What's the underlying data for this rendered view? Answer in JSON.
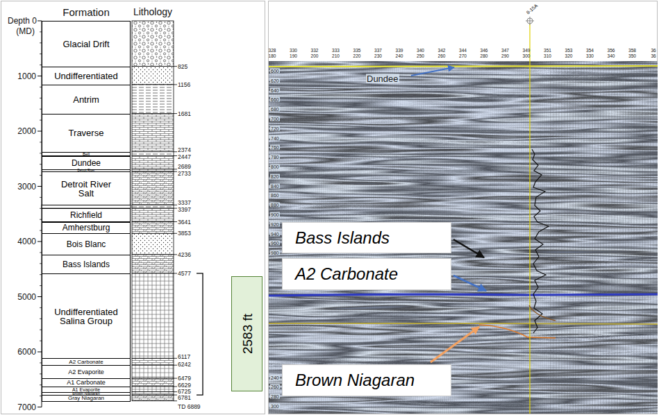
{
  "diagram": {
    "nodes": [
      {
        "text": [
          "Glacial Drift"
        ]
      },
      {
        "text": [
          "Undifferentiated"
        ]
      },
      {
        "text": [
          "Antrim"
        ]
      },
      {
        "text": [
          "Traverse"
        ]
      },
      {
        "text": [
          "Bell"
        ]
      },
      {
        "text": [
          "Dundee"
        ]
      },
      {
        "text": [
          "Detroit River"
        ]
      },
      {
        "text": [
          "Detroit River Salt"
        ]
      },
      {
        "text": [
          "Richfield"
        ]
      },
      {
        "text": [
          "Amherstburg"
        ]
      },
      {
        "text": [
          "Bois Blanc"
        ]
      },
      {
        "text": [
          "Bass Islands"
        ]
      },
      {
        "text": [
          "Undifferentiated Salina Group"
        ]
      },
      {
        "text": [
          "A2 Carbonate"
        ]
      },
      {
        "text": [
          "A2 Evaporite"
        ]
      },
      {
        "text": [
          "A1 Carbonate"
        ]
      },
      {
        "text": [
          "A1 Evaporite"
        ]
      },
      {
        "text": [
          "Brown Niagaran"
        ]
      },
      {
        "text": [
          "Gray Niagaran"
        ]
      },
      {
        "text": [
          "2583 ft"
        ]
      },
      {
        "text": [
          "Bass Islands"
        ]
      },
      {
        "text": [
          "A2 Carbonate"
        ]
      },
      {
        "text": [
          "Brown Niagaran"
        ]
      }
    ],
    "labels": [
      "Formation",
      "Lithology",
      "Depth 0",
      "(MD)",
      "1000",
      "2000",
      "3000",
      "4000",
      "5000",
      "6000",
      "7000",
      "825",
      "1156",
      "1681",
      "2374",
      "2447",
      "2689",
      "2733",
      "3337",
      "3397",
      "3641",
      "3853",
      "4236",
      "4577",
      "6117",
      "6242",
      "6479",
      "6629",
      "6725",
      "6781",
      "TD 6889",
      "Dundee",
      "328",
      "330",
      "332",
      "333",
      "335",
      "337",
      "339",
      "340",
      "342",
      "344",
      "346",
      "347",
      "349",
      "351",
      "353",
      "354",
      "356",
      "358",
      "36",
      "180",
      "190",
      "200",
      "210",
      "220",
      "230",
      "240",
      "250",
      "260",
      "270",
      "280",
      "290",
      "300",
      "310",
      "320",
      "330",
      "340",
      "350",
      "36",
      "8-15A",
      "600",
      "620",
      "640",
      "660",
      "680",
      "700",
      "720",
      "740",
      "760",
      "780",
      "800",
      "820",
      "840",
      "860",
      "880",
      "900",
      "920",
      "940",
      "960",
      "980",
      "240",
      "260",
      "280",
      "300"
    ]
  }
}
